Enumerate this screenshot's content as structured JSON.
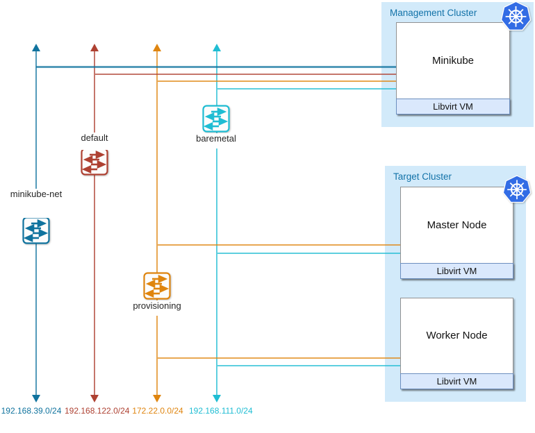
{
  "networks": [
    {
      "label": "minikube-net",
      "cidr": "192.168.39.0/24",
      "accent": "#10739e",
      "line": "#7ca3bc"
    },
    {
      "label": "default",
      "cidr": "192.168.122.0/24",
      "accent": "#ae4132",
      "line": "#c3786d"
    },
    {
      "label": "provisioning",
      "cidr": "172.22.0.0/24",
      "accent": "#df850f",
      "line": "#e69b3f"
    },
    {
      "label": "baremetal",
      "cidr": "192.168.111.0/24",
      "accent": "#1fbdd3",
      "line": "#3fc5d7"
    }
  ],
  "clusters": [
    {
      "title": "Management Cluster",
      "nodes": [
        {
          "name": "Minikube",
          "vm": "Libvirt VM"
        }
      ]
    },
    {
      "title": "Target Cluster",
      "nodes": [
        {
          "name": "Master Node",
          "vm": "Libvirt VM"
        },
        {
          "name": "Worker Node",
          "vm": "Libvirt VM"
        }
      ]
    }
  ],
  "colors": {
    "cluster_background": "#d2eafa",
    "cluster_title": "#1272a8",
    "vm_bar_background": "#dae8fc",
    "vm_bar_border": "#6c8ebf",
    "kubernetes_blue": "#326ce5"
  }
}
